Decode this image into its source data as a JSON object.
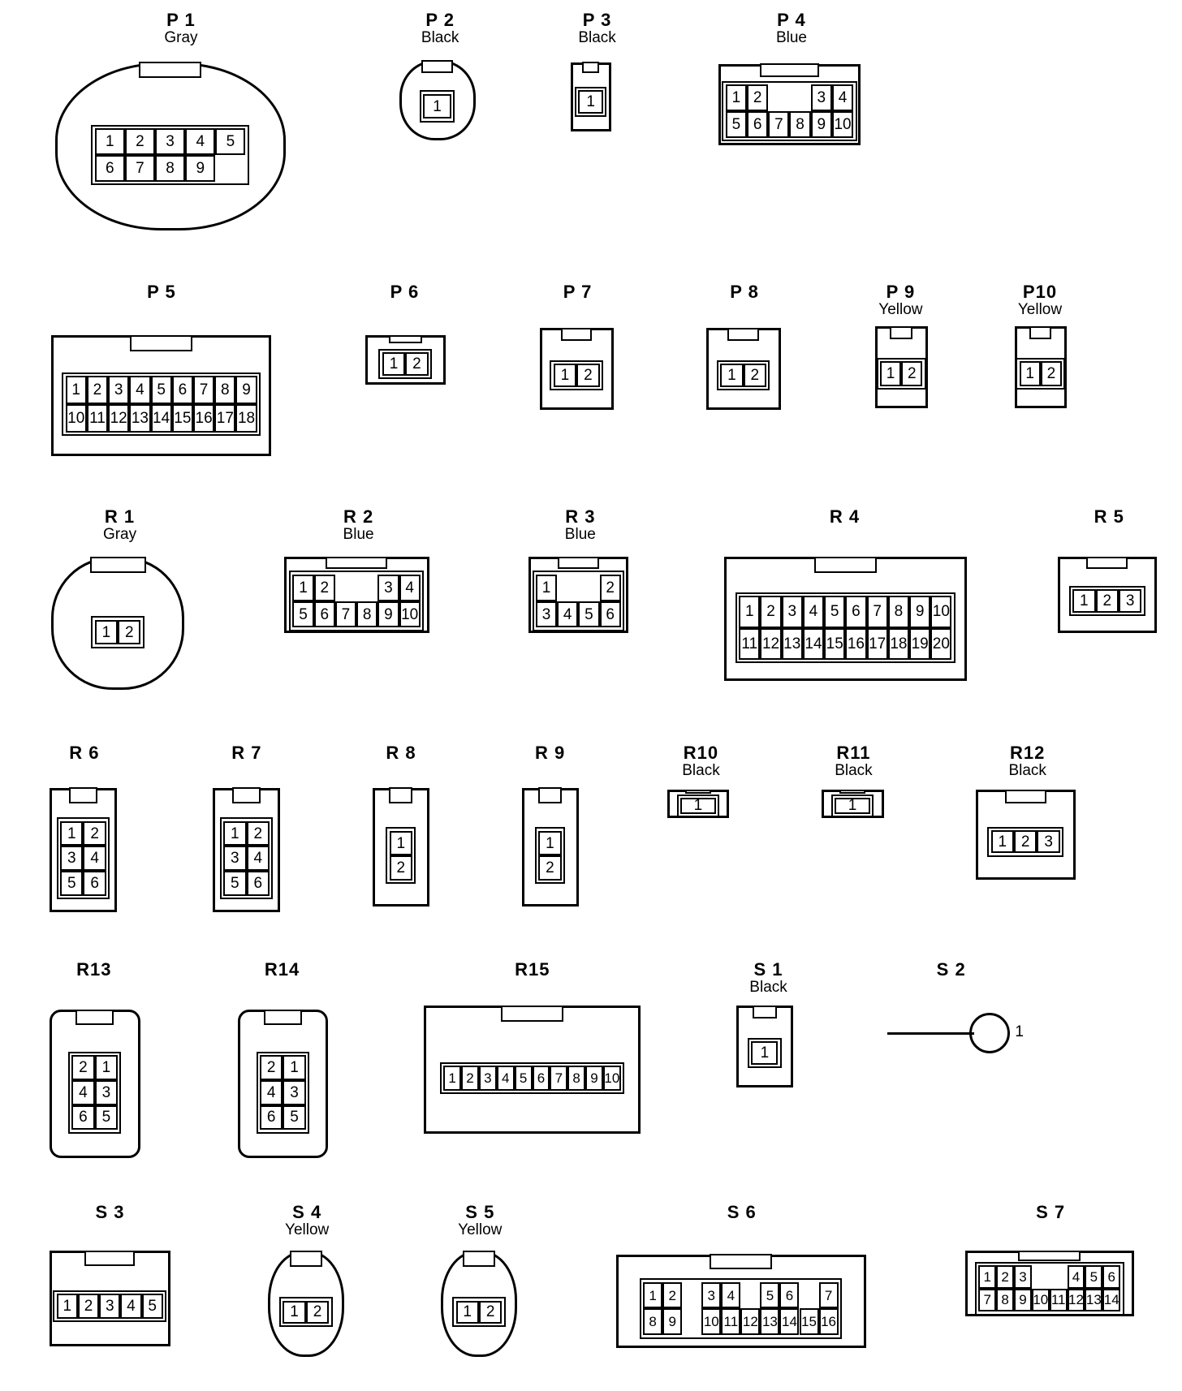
{
  "connectors": [
    {
      "id": "P 1",
      "color": "Gray",
      "pins": [
        "1",
        "2",
        "3",
        "4",
        "5",
        "6",
        "7",
        "8",
        "9"
      ]
    },
    {
      "id": "P 2",
      "color": "Black",
      "pins": [
        "1"
      ]
    },
    {
      "id": "P 3",
      "color": "Black",
      "pins": [
        "1"
      ]
    },
    {
      "id": "P 4",
      "color": "Blue",
      "pins": [
        "1",
        "2",
        "3",
        "4",
        "5",
        "6",
        "7",
        "8",
        "9",
        "10"
      ]
    },
    {
      "id": "P 5",
      "color": "",
      "pins": [
        "1",
        "2",
        "3",
        "4",
        "5",
        "6",
        "7",
        "8",
        "9",
        "10",
        "11",
        "12",
        "13",
        "14",
        "15",
        "16",
        "17",
        "18"
      ]
    },
    {
      "id": "P 6",
      "color": "",
      "pins": [
        "1",
        "2"
      ]
    },
    {
      "id": "P 7",
      "color": "",
      "pins": [
        "1",
        "2"
      ]
    },
    {
      "id": "P 8",
      "color": "",
      "pins": [
        "1",
        "2"
      ]
    },
    {
      "id": "P 9",
      "color": "Yellow",
      "pins": [
        "1",
        "2"
      ]
    },
    {
      "id": "P10",
      "color": "Yellow",
      "pins": [
        "1",
        "2"
      ]
    },
    {
      "id": "R 1",
      "color": "Gray",
      "pins": [
        "1",
        "2"
      ]
    },
    {
      "id": "R 2",
      "color": "Blue",
      "pins": [
        "1",
        "2",
        "3",
        "4",
        "5",
        "6",
        "7",
        "8",
        "9",
        "10"
      ]
    },
    {
      "id": "R 3",
      "color": "Blue",
      "pins": [
        "1",
        "2",
        "3",
        "4",
        "5",
        "6"
      ]
    },
    {
      "id": "R 4",
      "color": "",
      "pins": [
        "1",
        "2",
        "3",
        "4",
        "5",
        "6",
        "7",
        "8",
        "9",
        "10",
        "11",
        "12",
        "13",
        "14",
        "15",
        "16",
        "17",
        "18",
        "19",
        "20"
      ]
    },
    {
      "id": "R 5",
      "color": "",
      "pins": [
        "1",
        "2",
        "3"
      ]
    },
    {
      "id": "R 6",
      "color": "",
      "pins": [
        "1",
        "2",
        "3",
        "4",
        "5",
        "6"
      ]
    },
    {
      "id": "R 7",
      "color": "",
      "pins": [
        "1",
        "2",
        "3",
        "4",
        "5",
        "6"
      ]
    },
    {
      "id": "R 8",
      "color": "",
      "pins": [
        "1",
        "2"
      ]
    },
    {
      "id": "R 9",
      "color": "",
      "pins": [
        "1",
        "2"
      ]
    },
    {
      "id": "R10",
      "color": "Black",
      "pins": [
        "1"
      ]
    },
    {
      "id": "R11",
      "color": "Black",
      "pins": [
        "1"
      ]
    },
    {
      "id": "R12",
      "color": "Black",
      "pins": [
        "1",
        "2",
        "3"
      ]
    },
    {
      "id": "R13",
      "color": "",
      "pins": [
        "2",
        "1",
        "4",
        "3",
        "6",
        "5"
      ]
    },
    {
      "id": "R14",
      "color": "",
      "pins": [
        "2",
        "1",
        "4",
        "3",
        "6",
        "5"
      ]
    },
    {
      "id": "R15",
      "color": "",
      "pins": [
        "1",
        "2",
        "3",
        "4",
        "5",
        "6",
        "7",
        "8",
        "9",
        "10"
      ]
    },
    {
      "id": "S 1",
      "color": "Black",
      "pins": [
        "1"
      ]
    },
    {
      "id": "S 2",
      "color": "",
      "pins": [
        "1"
      ]
    },
    {
      "id": "S 3",
      "color": "",
      "pins": [
        "1",
        "2",
        "3",
        "4",
        "5"
      ]
    },
    {
      "id": "S 4",
      "color": "Yellow",
      "pins": [
        "1",
        "2"
      ]
    },
    {
      "id": "S 5",
      "color": "Yellow",
      "pins": [
        "1",
        "2"
      ]
    },
    {
      "id": "S 6",
      "color": "",
      "pins": [
        "1",
        "2",
        "3",
        "4",
        "5",
        "6",
        "7",
        "8",
        "9",
        "10",
        "11",
        "12",
        "13",
        "14",
        "15",
        "16"
      ]
    },
    {
      "id": "S 7",
      "color": "",
      "pins": [
        "1",
        "2",
        "3",
        "4",
        "5",
        "6",
        "7",
        "8",
        "9",
        "10",
        "11",
        "12",
        "13",
        "14"
      ]
    }
  ]
}
